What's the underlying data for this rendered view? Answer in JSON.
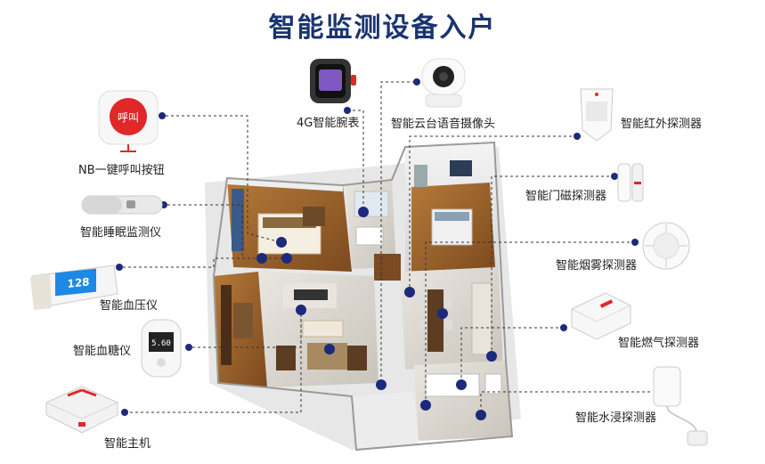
{
  "title": "智能监测设备入户",
  "devices": [
    {
      "id": "nb-call-button",
      "label": "NB一键呼叫按钮",
      "button_text": "呼叫"
    },
    {
      "id": "sleep-monitor",
      "label": "智能睡眠监测仪"
    },
    {
      "id": "blood-pressure",
      "label": "智能血压仪",
      "reading": "128"
    },
    {
      "id": "blood-glucose",
      "label": "智能血糖仪",
      "reading": "5.60"
    },
    {
      "id": "smart-host",
      "label": "智能主机"
    },
    {
      "id": "smart-watch",
      "label": "4G智能腕表"
    },
    {
      "id": "cloud-camera",
      "label": "智能云台语音摄像头"
    },
    {
      "id": "infrared-detector",
      "label": "智能红外探测器"
    },
    {
      "id": "door-sensor",
      "label": "智能门磁探测器"
    },
    {
      "id": "smoke-detector",
      "label": "智能烟雾探测器"
    },
    {
      "id": "gas-detector",
      "label": "智能燃气探测器"
    },
    {
      "id": "water-detector",
      "label": "智能水浸探测器"
    }
  ],
  "colors": {
    "title": "#1a3470",
    "marker": "#1b2a7a",
    "connector": "#333333",
    "accent_red": "#e02828",
    "screen_blue": "#1e88e5"
  }
}
